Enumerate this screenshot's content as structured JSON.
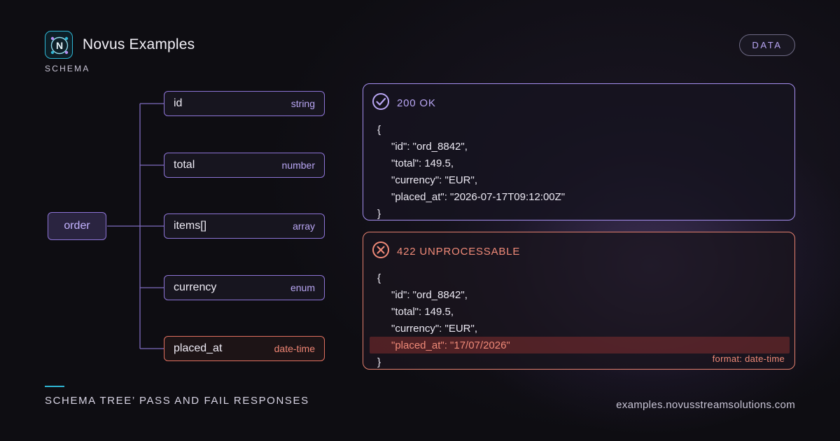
{
  "brand": {
    "name": "Novus Examples",
    "logo_letter": "N",
    "section": "SCHEMA"
  },
  "badge": "DATA",
  "colors": {
    "accent": "#8d74d6",
    "error": "#e0705f",
    "teal": "#2fb6d4",
    "background": "#0e0d12"
  },
  "icons": {
    "ok": "check-circle-icon",
    "fail": "x-circle-icon"
  },
  "tree": {
    "root": "order",
    "fields": [
      {
        "name": "id",
        "type": "string",
        "status": "valid"
      },
      {
        "name": "total",
        "type": "number",
        "status": "valid"
      },
      {
        "name": "items[]",
        "type": "array",
        "status": "valid"
      },
      {
        "name": "currency",
        "type": "enum",
        "status": "valid"
      },
      {
        "name": "placed_at",
        "type": "date-time",
        "status": "invalid"
      }
    ]
  },
  "responses": {
    "ok": {
      "status": "200 OK",
      "lines": [
        "{",
        "\"id\": \"ord_8842\",",
        "\"total\": 149.5,",
        "\"currency\": \"EUR\",",
        "\"placed_at\": \"2026-07-17T09:12:00Z\"",
        "}"
      ]
    },
    "fail": {
      "status": "422 UNPROCESSABLE",
      "lines": [
        "{",
        "\"id\": \"ord_8842\",",
        "\"total\": 149.5,",
        "\"currency\": \"EUR\",",
        "\"placed_at\": \"17/07/2026\"",
        "}"
      ],
      "note": "format: date-time"
    }
  },
  "footer": {
    "caption": "SCHEMA TREE’ PASS AND FAIL RESPONSES",
    "url": "examples.novusstreamsolutions.com"
  }
}
